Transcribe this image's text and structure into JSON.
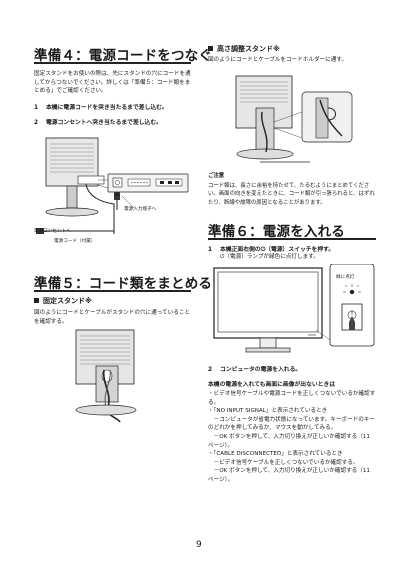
{
  "page": {
    "number": "9"
  },
  "left": {
    "sec4": {
      "title": "準備４：電源コードをつなぐ",
      "intro": "固定スタンドをお使いの際は、先にスタンドの穴にコードを通してからつないでください。詳しくは「準備５：コード類をまとめる」でご確認ください。",
      "steps": [
        {
          "num": "1",
          "text": "本機に電源コードを突き当たるまで差し込む。"
        },
        {
          "num": "2",
          "text": "電源コンセントへ突き当たるまで差し込む。"
        }
      ],
      "labels": {
        "ac_in": "電源入力端子へ",
        "outlet": "電源コンセントへ",
        "cord": "電源コード（付属）"
      }
    },
    "sec5": {
      "title": "準備５：コード類をまとめる",
      "subheading": "固定スタンド※",
      "text": "図のようにコードとケーブルがスタンドの穴に通っていることを確認する。"
    }
  },
  "right": {
    "adjust": {
      "subheading": "高さ調整スタンド※",
      "text": "図のようにコードとケーブルをコードホルダーに通す。"
    },
    "caution": {
      "title": "ご注意",
      "text": "コード類は、長さに余裕を持たせて、たるむようにまとめてください。画面の向きを変えたときに、コード類が引っ張られると、はずれたり、断線や故障の原因となることがあります。"
    },
    "sec6": {
      "title": "準備６：電源を入れる",
      "steps": [
        {
          "num": "1",
          "text": "本機正面右側の⏻（電源）スイッチを押す。",
          "note": "⏻（電源）ランプが緑色に点灯します。"
        },
        {
          "num": "2",
          "text": "コンピュータの電源を入れる。"
        }
      ],
      "lamp_label": "緑に点灯",
      "trouble": {
        "title": "本機の電源を入れても画面に画像が出ないときは",
        "lines": [
          "・ビデオ信号ケーブルや電源コードを正しくつないでいるか確認する。",
          "・「NO INPUT SIGNAL」と表示されているとき",
          "　－コンピュータが省電力状態になっています。キーボードのキーのどれかを押してみるか、マウスを動かしてみる。",
          "　－OK ボタンを押して、入力切り換えが正しいか確認する（11 ページ）。",
          "・「CABLE DISCONNECTED」と表示されているとき",
          "　－ビデオ信号ケーブルを正しくつないでいるか確認する。",
          "　－OK ボタンを押して、入力切り換えが正しいか確認する（11 ページ）。"
        ]
      }
    }
  }
}
